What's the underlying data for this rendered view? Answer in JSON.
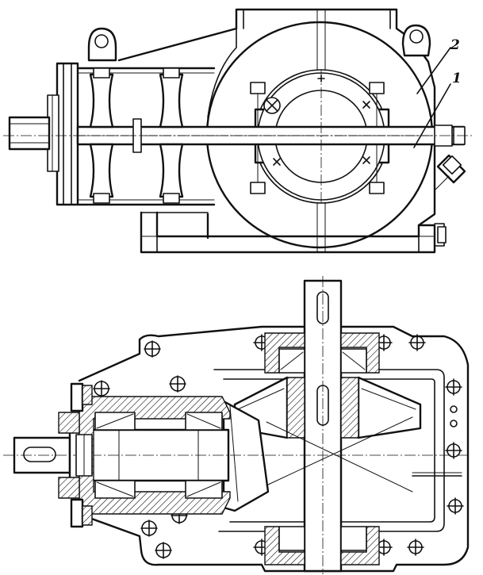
{
  "figure": {
    "callouts": [
      {
        "id": "1",
        "label": "1"
      },
      {
        "id": "2",
        "label": "2"
      }
    ],
    "colors": {
      "ink": "#111111",
      "paper": "#ffffff"
    }
  }
}
